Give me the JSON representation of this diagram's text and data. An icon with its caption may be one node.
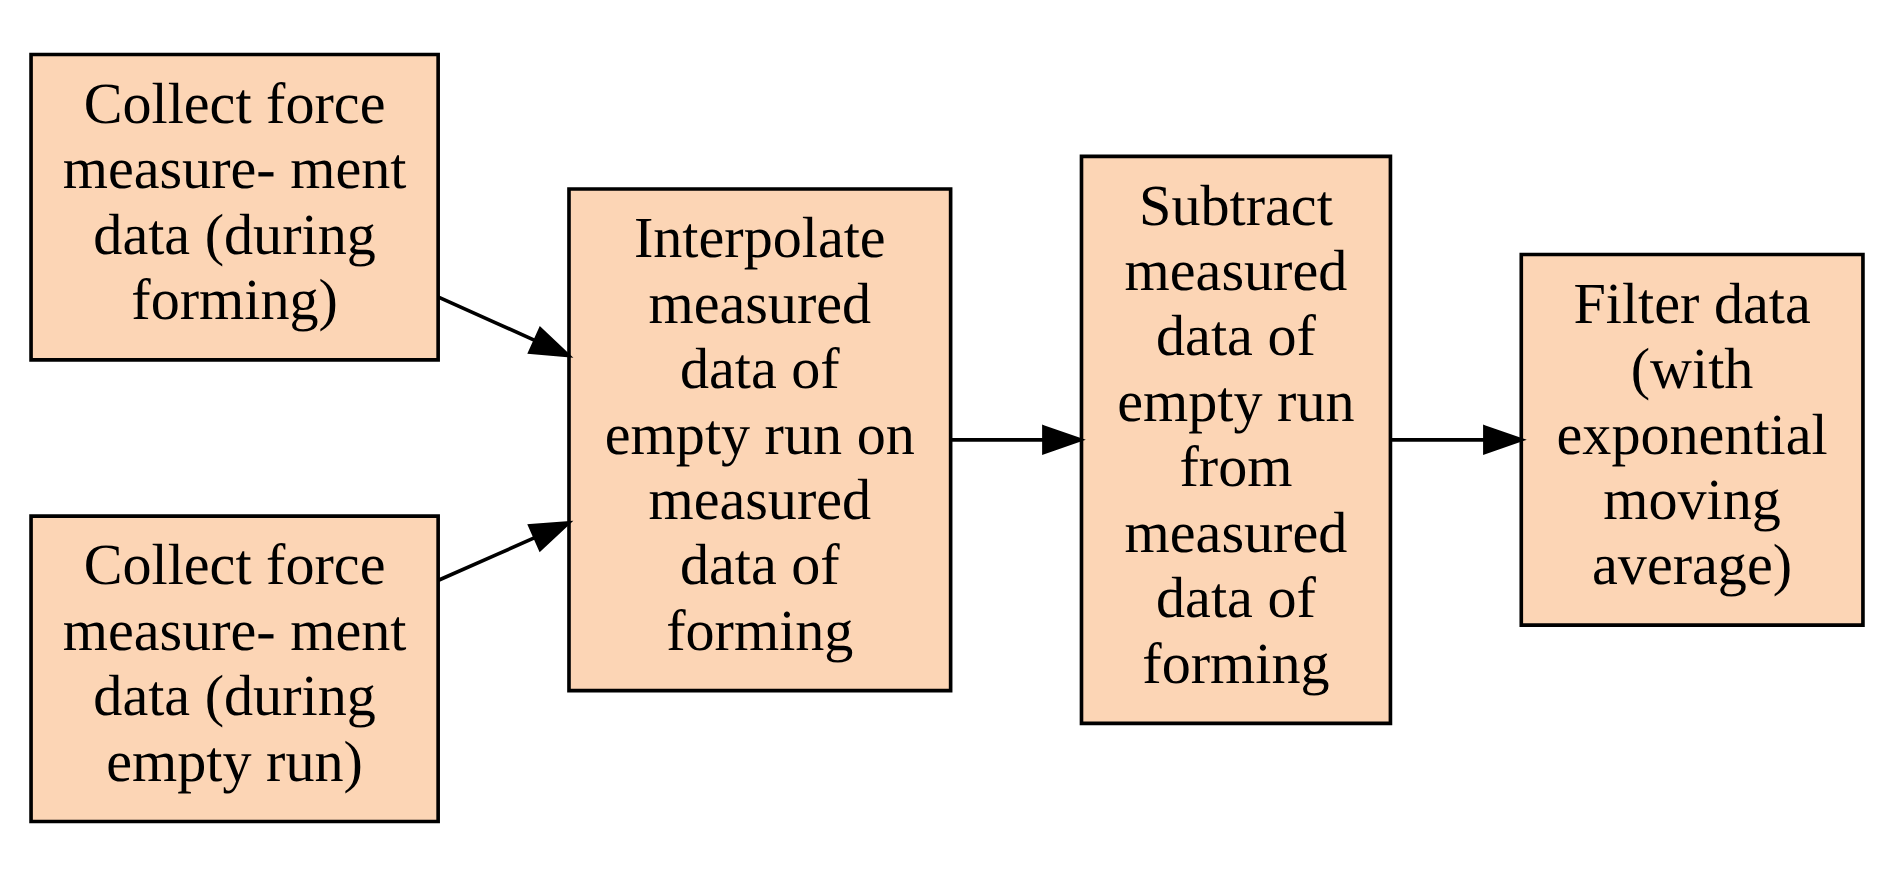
{
  "diagram": {
    "nodes": [
      {
        "text": [
          "Collect force measure- ment data (during forming)"
        ]
      },
      {
        "text": [
          "Collect force measure- ment data (during empty run)"
        ]
      },
      {
        "text": [
          "Interpolate measured data of empty run on measured data of forming"
        ]
      },
      {
        "text": [
          "Subtract measured data of empty run from measured data of forming"
        ]
      },
      {
        "text": [
          "Filter data (with exponential moving average)"
        ]
      }
    ],
    "edges": [
      {
        "from": 0,
        "to": 2,
        "arrow": "to"
      },
      {
        "from": 1,
        "to": 2,
        "arrow": "to"
      },
      {
        "from": 2,
        "to": 3,
        "arrow": "to"
      },
      {
        "from": 3,
        "to": 4,
        "arrow": "to"
      }
    ]
  }
}
